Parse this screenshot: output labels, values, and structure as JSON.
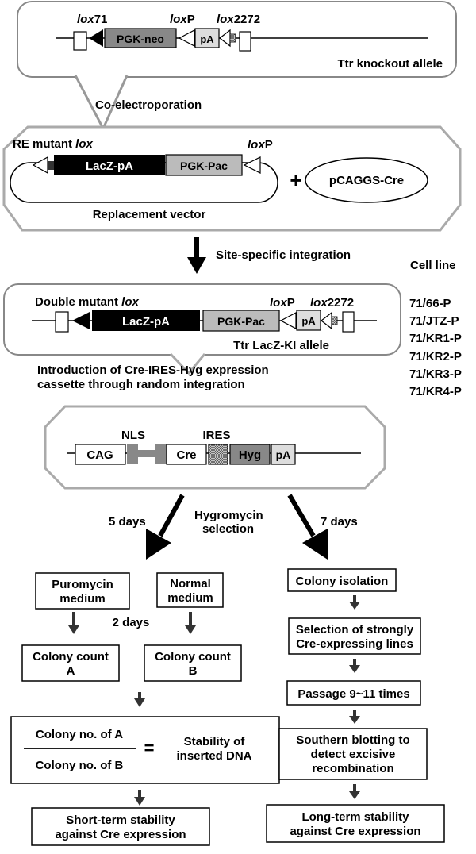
{
  "knockout": {
    "lox71": "lox",
    "lox71_num": "71",
    "loxP": "lox",
    "loxP_suffix": "P",
    "lox2272": "lox",
    "lox2272_num": "2272",
    "pgk_neo": "PGK-neo",
    "pa": "pA",
    "allele": "Ttr knockout allele"
  },
  "co_electroporation": "Co-electroporation",
  "replacement": {
    "re_mutant_lox_prefix": "RE mutant ",
    "re_mutant_lox_italic": "lox",
    "loxP": "lox",
    "loxP_suffix": "P",
    "lacz_pa": "LacZ-pA",
    "pgk_pac": "PGK-Pac",
    "plus": "+",
    "pcaggs_cre": "pCAGGS-Cre",
    "vector_label": "Replacement vector"
  },
  "site_specific": "Site-specific integration",
  "cell_line": {
    "title": "Cell line",
    "items": [
      "71/66-P",
      "71/JTZ-P",
      "71/KR1-P",
      "71/KR2-P",
      "71/KR3-P",
      "71/KR4-P"
    ]
  },
  "knockin": {
    "double_mutant_prefix": "Double mutant ",
    "double_mutant_italic": "lox",
    "loxP": "lox",
    "loxP_suffix": "P",
    "lox2272": "lox",
    "lox2272_num": "2272",
    "lacz_pa": "LacZ-pA",
    "pgk_pac": "PGK-Pac",
    "pa": "pA",
    "allele": "Ttr LacZ-KI allele"
  },
  "introduction": {
    "line1": "Introduction of Cre-IRES-Hyg expression",
    "line2": "cassette through random integration"
  },
  "cassette": {
    "nls": "NLS",
    "ires": "IRES",
    "cag": "CAG",
    "cre": "Cre",
    "hyg": "Hyg",
    "pa": "pA"
  },
  "selection": {
    "five_days": "5 days",
    "seven_days": "7 days",
    "hygromycin_1": "Hygromycin",
    "hygromycin_2": "selection"
  },
  "left_branch": {
    "puromycin_1": "Puromycin",
    "puromycin_2": "medium",
    "normal_1": "Normal",
    "normal_2": "medium",
    "two_days": "2 days",
    "count_a_1": "Colony count",
    "count_a_2": "A",
    "count_b_1": "Colony count",
    "count_b_2": "B",
    "numerator": "Colony no. of A",
    "denominator": "Colony no. of B",
    "equals": "=",
    "stability_1": "Stability of",
    "stability_2": "inserted DNA",
    "short_1": "Short-term stability",
    "short_2": "against Cre expression"
  },
  "right_branch": {
    "colony_isolation": "Colony isolation",
    "selection_1": "Selection of strongly",
    "selection_2": "Cre-expressing lines",
    "passage": "Passage 9~11 times",
    "southern_1": "Southern blotting to",
    "southern_2": "detect excisive",
    "southern_3": "recombination",
    "long_1": "Long-term stability",
    "long_2": "against Cre expression"
  }
}
